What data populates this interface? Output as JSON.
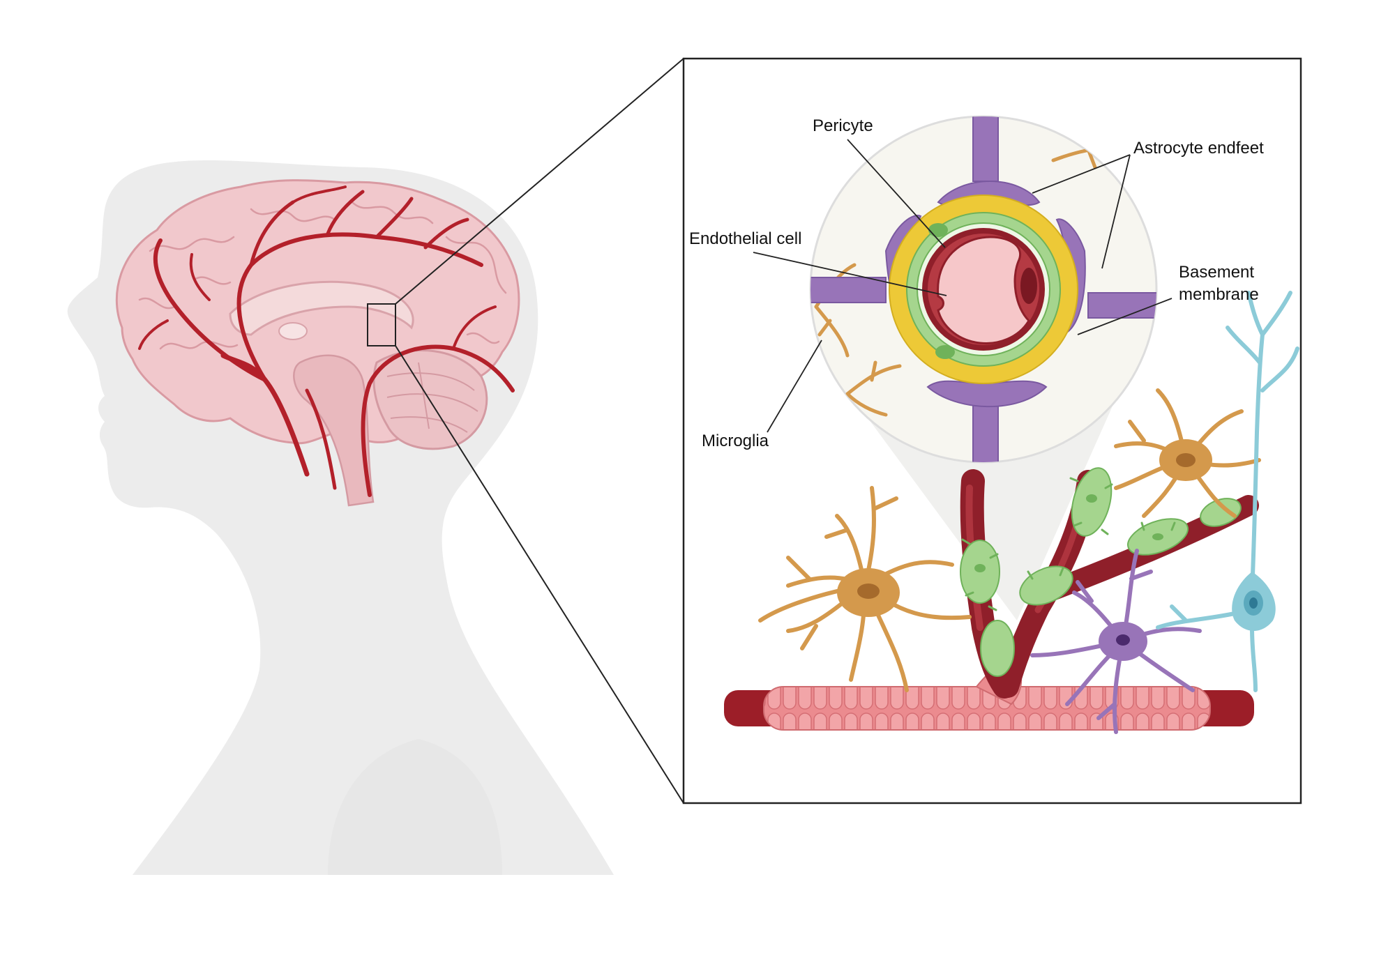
{
  "labels": {
    "pericyte": "Pericyte",
    "astrocyte_endfeet": "Astrocyte endfeet",
    "endothelial_cell": "Endothelial cell",
    "basement_membrane_line1": "Basement",
    "basement_membrane_line2": "membrane",
    "microglia": "Microglia"
  },
  "colors": {
    "background": "#ffffff",
    "head_silhouette": "#ececec",
    "brain_tissue": "#f1c8cc",
    "brain_outline": "#d99aa2",
    "artery": "#b3202a",
    "inset_border": "#222222",
    "astrocyte_purple": "#9874b8",
    "basement_yellow": "#edc937",
    "pericyte_green": "#a5d58e",
    "endothelium_dark_red": "#8f1f2a",
    "lumen_pink": "#f6c7c9",
    "microglia_orange": "#d4994c",
    "neuron_blue": "#8ccbd8",
    "vessel_pink": "#eb8b8f"
  },
  "icons": [
    "head-silhouette-icon",
    "brain-icon",
    "blood-vessel-icon",
    "astrocyte-icon",
    "neuron-icon",
    "microglia-icon",
    "pericyte-icon"
  ]
}
